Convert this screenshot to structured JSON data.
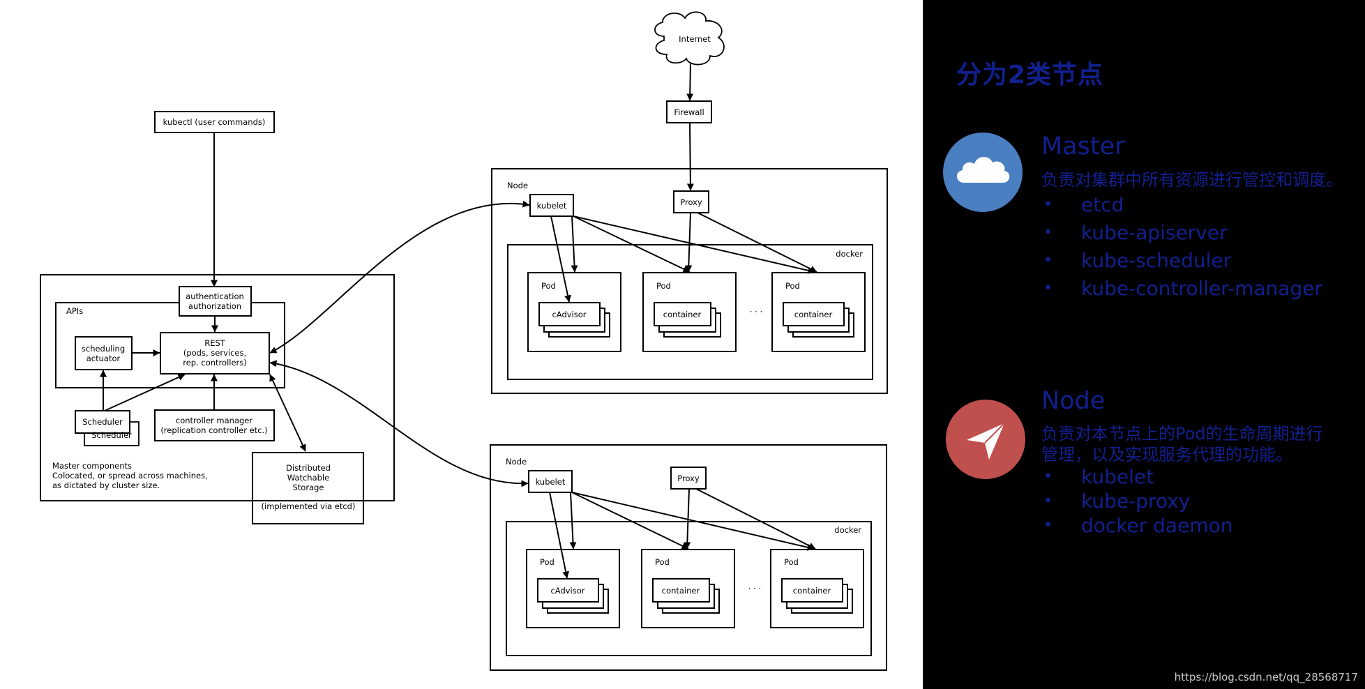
{
  "diagram": {
    "internet": "Internet",
    "firewall": "Firewall",
    "kubectl": "kubectl (user commands)",
    "auth": [
      "authentication",
      "authorization"
    ],
    "apis_label": "APIs",
    "rest": [
      "REST",
      "(pods, services,",
      "rep. controllers)"
    ],
    "scheduling": [
      "scheduling",
      "actuator"
    ],
    "scheduler": "Scheduler",
    "controller_manager": [
      "controller manager",
      "(replication controller etc.)"
    ],
    "master_components": [
      "Master components",
      "Colocated, or spread across machines,",
      "as dictated by cluster size."
    ],
    "storage": [
      "Distributed",
      "Watchable",
      "Storage",
      "",
      "(implemented via etcd)"
    ],
    "node_label": "Node",
    "kubelet": "kubelet",
    "proxy": "Proxy",
    "docker": "docker",
    "pod": "Pod",
    "cadvisor": "cAdvisor",
    "container": "container",
    "ellipsis": "· · ·"
  },
  "panel": {
    "title": "分为2类节点",
    "master": {
      "heading": "Master",
      "description": "负责对集群中所有资源进行管控和调度。",
      "items": [
        "etcd",
        "kube-apiserver",
        "kube-scheduler",
        "kube-controller-manager"
      ],
      "icon": "cloud-icon",
      "icon_color": "#4a7fc1"
    },
    "node": {
      "heading": "Node",
      "description_lines": [
        "负责对本节点上的Pod的生命周期进行",
        "管理，以及实现服务代理的功能。"
      ],
      "items": [
        "kubelet",
        "kube-proxy",
        "docker daemon"
      ],
      "icon": "paper-plane-icon",
      "icon_color": "#c0504d"
    },
    "text_color": "#12208f"
  },
  "watermark": "https://blog.csdn.net/qq_28568717"
}
